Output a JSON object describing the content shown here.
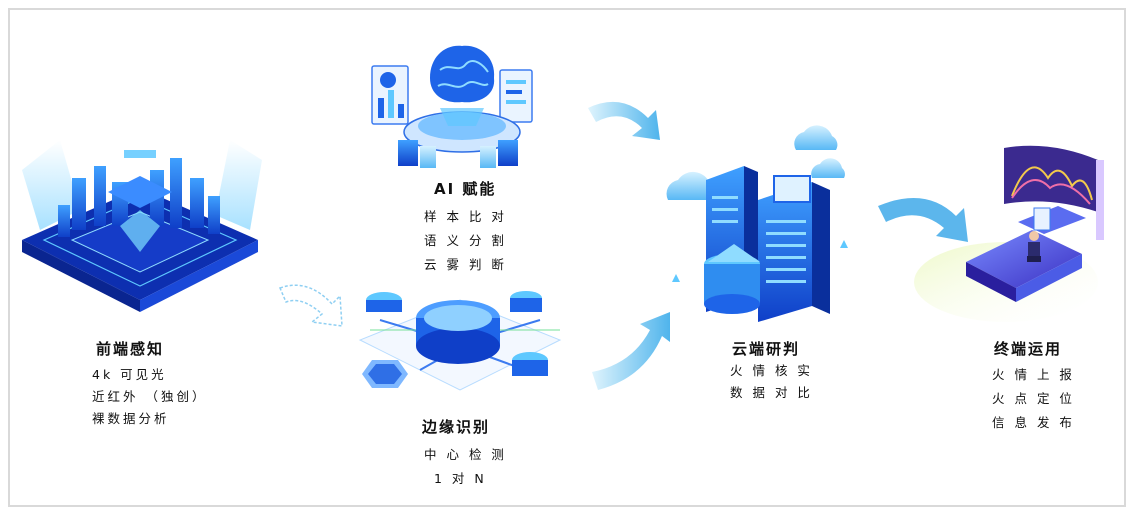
{
  "colors": {
    "primary": "#1e64e8",
    "light": "#5ec8ff",
    "arrow": "#7fd0f5",
    "frame": "#d9d9d9"
  },
  "stages": {
    "frontend": {
      "icon": "sensing-city-icon",
      "title": "前端感知",
      "lines": [
        "4k 可见光",
        "近红外 （独创）",
        "裸数据分析"
      ]
    },
    "ai": {
      "icon": "ai-brain-icon",
      "title": "AI 赋能",
      "lines": [
        "样 本 比 对",
        "语 义 分 割",
        "云 雾 判 断"
      ]
    },
    "edge": {
      "icon": "edge-network-icon",
      "title": "边缘识别",
      "lines": [
        "中 心 检 测",
        "1 对 N"
      ]
    },
    "cloud": {
      "icon": "cloud-server-icon",
      "title": "云端研判",
      "lines": [
        "火 情 核 实",
        "数 据 对 比"
      ]
    },
    "terminal": {
      "icon": "terminal-workstation-icon",
      "title": "终端运用",
      "lines": [
        "火 情 上 报",
        "火 点 定 位",
        "信 息 发 布"
      ]
    }
  }
}
